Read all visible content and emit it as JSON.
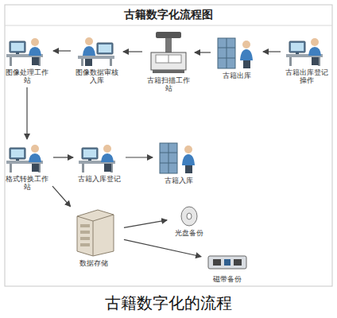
{
  "diagram": {
    "title": "古籍数字化流程图",
    "caption": "古籍数字化的流程",
    "nodes": [
      {
        "text": [
          "图像处理工作站"
        ]
      },
      {
        "text": [
          "图像数据审核入库"
        ]
      },
      {
        "text": [
          "古籍扫描工作站"
        ]
      },
      {
        "text": [
          "古籍出库"
        ]
      },
      {
        "text": [
          "古籍出库登记操作"
        ]
      },
      {
        "text": [
          "格式转换工作站"
        ]
      },
      {
        "text": [
          "古籍入库登记"
        ]
      },
      {
        "text": [
          "古籍入库"
        ]
      },
      {
        "text": [
          "数据存储"
        ]
      },
      {
        "text": [
          "光盘备份"
        ]
      },
      {
        "text": [
          "磁带备份"
        ]
      }
    ],
    "edges": [
      {
        "from": 4,
        "to": 3,
        "arrow": "to"
      },
      {
        "from": 3,
        "to": 2,
        "arrow": "to"
      },
      {
        "from": 2,
        "to": 1,
        "arrow": "to"
      },
      {
        "from": 1,
        "to": 0,
        "arrow": "to"
      },
      {
        "from": 0,
        "to": 5,
        "arrow": "to"
      },
      {
        "from": 5,
        "to": 6,
        "arrow": "to"
      },
      {
        "from": 6,
        "to": 7,
        "arrow": "to"
      },
      {
        "from": 5,
        "to": 8,
        "arrow": "to"
      },
      {
        "from": 8,
        "to": 9,
        "arrow": "to"
      },
      {
        "from": 8,
        "to": 10,
        "arrow": "to"
      }
    ]
  }
}
